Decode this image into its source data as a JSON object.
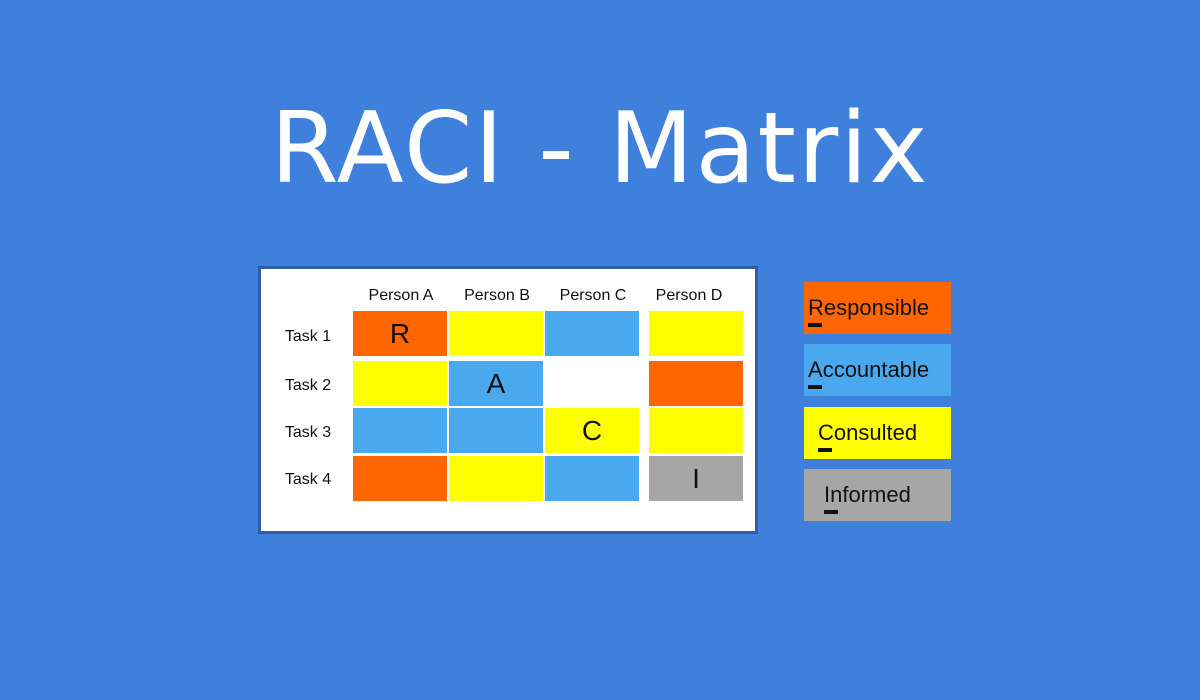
{
  "title": "RACI - Matrix",
  "colors": {
    "background": "#4080dd",
    "responsible": "#ff6600",
    "accountable": "#4aa8ee",
    "consulted": "#ffff00",
    "informed": "#a6a6a6",
    "empty": "#ffffff"
  },
  "matrix": {
    "columns": [
      "Person A",
      "Person B",
      "Person C",
      "Person D"
    ],
    "rows": [
      "Task 1",
      "Task 2",
      "Task 3",
      "Task 4"
    ],
    "cells": [
      [
        {
          "role": "responsible",
          "letter": "R"
        },
        {
          "role": "consulted",
          "letter": ""
        },
        {
          "role": "accountable",
          "letter": ""
        },
        {
          "role": "consulted",
          "letter": ""
        }
      ],
      [
        {
          "role": "consulted",
          "letter": ""
        },
        {
          "role": "accountable",
          "letter": "A"
        },
        {
          "role": "empty",
          "letter": ""
        },
        {
          "role": "responsible",
          "letter": ""
        }
      ],
      [
        {
          "role": "accountable",
          "letter": ""
        },
        {
          "role": "accountable",
          "letter": ""
        },
        {
          "role": "consulted",
          "letter": "C"
        },
        {
          "role": "consulted",
          "letter": ""
        }
      ],
      [
        {
          "role": "responsible",
          "letter": ""
        },
        {
          "role": "consulted",
          "letter": ""
        },
        {
          "role": "accountable",
          "letter": ""
        },
        {
          "role": "informed",
          "letter": "I"
        }
      ]
    ]
  },
  "legend": [
    {
      "role": "responsible",
      "first": "R",
      "rest": "esponsible"
    },
    {
      "role": "accountable",
      "first": "A",
      "rest": "ccountable"
    },
    {
      "role": "consulted",
      "first": "C",
      "rest": "onsulted"
    },
    {
      "role": "informed",
      "first": "I",
      "rest": "nformed"
    }
  ]
}
